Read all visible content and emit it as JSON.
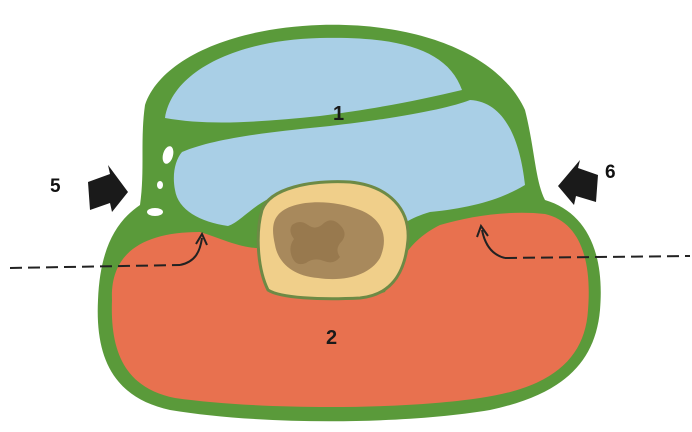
{
  "labels": {
    "region_1": "1",
    "region_2": "2",
    "arrow_5": "5",
    "arrow_6": "6"
  },
  "colors": {
    "background": "#ffffff",
    "outline_green": "#5a9a3a",
    "upper_blue": "#a9cfe6",
    "lower_red": "#e8714f",
    "bone_cortex": "#f0cf8a",
    "bone_marrow": "#a8895c",
    "arrow_black": "#1a1a1a",
    "dashed_line": "#222222"
  },
  "icons": {
    "left_arrow": "thick-arrow-right-icon",
    "right_arrow": "thick-arrow-left-icon"
  }
}
